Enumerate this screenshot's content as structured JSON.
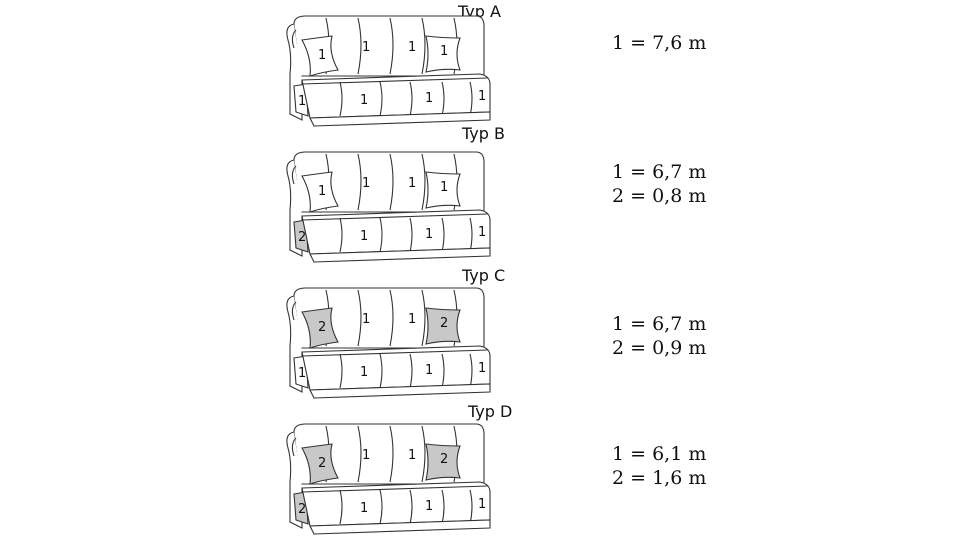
{
  "variants": [
    {
      "label": "Typ A",
      "specs": [
        "1 = 7,6 m"
      ],
      "parts": {
        "back1": "1",
        "back2": "1",
        "pillow_left": "1",
        "pillow_right": "1",
        "arm": "1",
        "seat1": "1",
        "seat2": "1",
        "seat3": "1"
      },
      "fills": {
        "pillows": "#ffffff",
        "arm": "#ffffff"
      }
    },
    {
      "label": "Typ B",
      "specs": [
        "1 = 6,7 m",
        "2 = 0,8 m"
      ],
      "parts": {
        "back1": "1",
        "back2": "1",
        "pillow_left": "1",
        "pillow_right": "1",
        "arm": "2",
        "seat1": "1",
        "seat2": "1",
        "seat3": "1"
      },
      "fills": {
        "pillows": "#ffffff",
        "arm": "#c8c8c8"
      }
    },
    {
      "label": "Typ C",
      "specs": [
        "1 = 6,7 m",
        "2 = 0,9 m"
      ],
      "parts": {
        "back1": "1",
        "back2": "1",
        "pillow_left": "2",
        "pillow_right": "2",
        "arm": "1",
        "seat1": "1",
        "seat2": "1",
        "seat3": "1"
      },
      "fills": {
        "pillows": "#c8c8c8",
        "arm": "#ffffff"
      }
    },
    {
      "label": "Typ D",
      "specs": [
        "1 = 6,1 m",
        "2 = 1,6 m"
      ],
      "parts": {
        "back1": "1",
        "back2": "1",
        "pillow_left": "2",
        "pillow_right": "2",
        "arm": "2",
        "seat1": "1",
        "seat2": "1",
        "seat3": "1"
      },
      "fills": {
        "pillows": "#c8c8c8",
        "arm": "#c8c8c8"
      }
    }
  ]
}
